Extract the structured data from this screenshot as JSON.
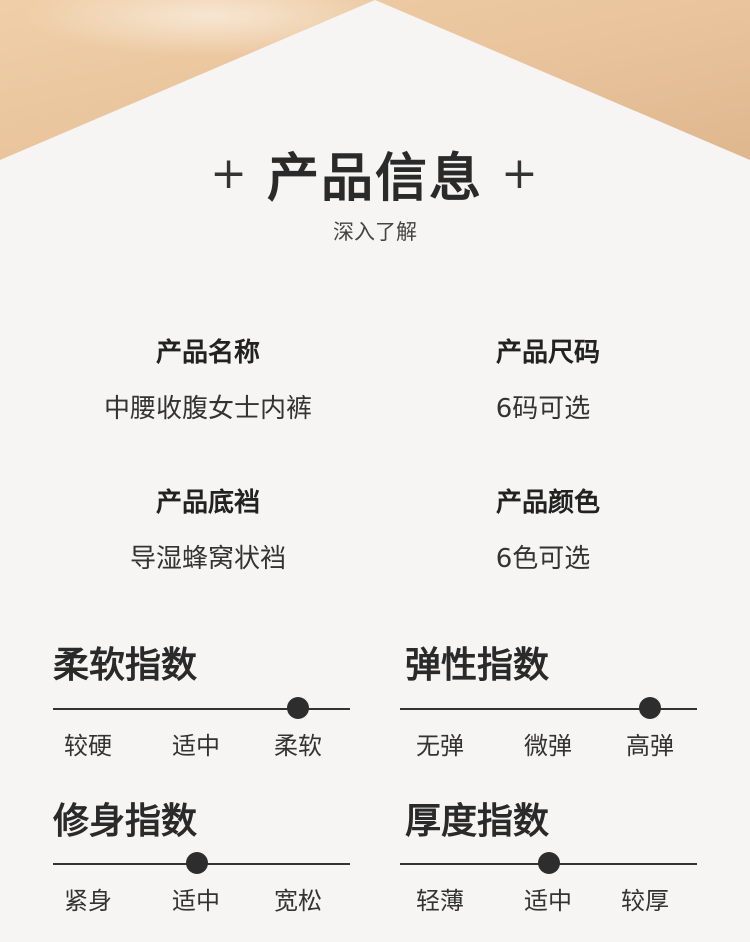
{
  "header": {
    "plus_left": "+",
    "title": "产品信息",
    "plus_right": "+",
    "subtitle": "深入了解"
  },
  "info": {
    "name_label": "产品名称",
    "name_value": "中腰收腹女士内裤",
    "size_label": "产品尺码",
    "size_value": "6码可选",
    "crotch_label": "产品底裆",
    "crotch_value": "导湿蜂窝状裆",
    "color_label": "产品颜色",
    "color_value": "6色可选"
  },
  "indices": {
    "softness": {
      "title": "柔软指数",
      "levels": [
        "较硬",
        "适中",
        "柔软"
      ],
      "selected": "柔软"
    },
    "elasticity": {
      "title": "弹性指数",
      "levels": [
        "无弹",
        "微弹",
        "高弹"
      ],
      "selected": "高弹"
    },
    "fit": {
      "title": "修身指数",
      "levels": [
        "紧身",
        "适中",
        "宽松"
      ],
      "selected": "适中"
    },
    "thickness": {
      "title": "厚度指数",
      "levels": [
        "轻薄",
        "适中",
        "较厚"
      ],
      "selected": "适中"
    }
  },
  "colors": {
    "background": "#f6f5f4",
    "skin_tone": "#e8c49e",
    "text_dark": "#2a2a2a"
  }
}
